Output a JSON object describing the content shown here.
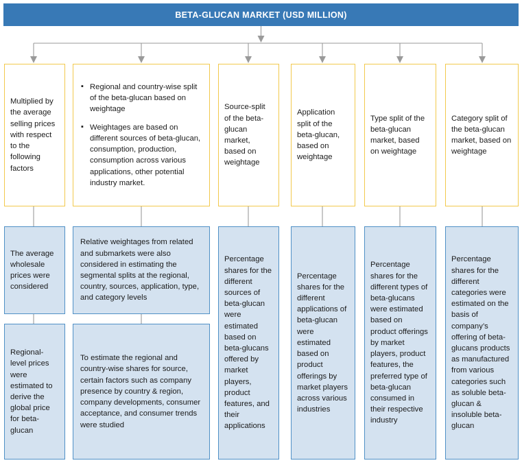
{
  "header": {
    "title": "BETA-GLUCAN MARKET (USD MILLION)"
  },
  "columns": [
    {
      "id": "col-1",
      "top": "Multiplied by the average selling prices with respect to the following factors",
      "mid": "The average wholesale prices were considered",
      "bottom": "Regional-level prices were estimated to derive the global price for beta-glucan"
    },
    {
      "id": "col-2",
      "top_bullets": [
        "Regional and country-wise split of the beta-glucan based on weightage",
        "Weightages are based on different sources of beta-glucan, consumption, production, consumption across various applications, other potential industry market."
      ],
      "mid": "Relative weightages from related and submarkets were also considered in estimating the segmental splits at the regional, country, sources, application, type, and category levels",
      "bottom": "To estimate the regional and country-wise shares for source, certain factors such as company presence by country &  region, company developments, consumer acceptance, and consumer trends were studied"
    },
    {
      "id": "col-3",
      "top": "Source-split of the beta-glucan market, based on weightage",
      "mid": "Percentage shares for the different sources of beta-glucan were estimated based on beta-glucans offered by market players, product features, and their applications"
    },
    {
      "id": "col-4",
      "top": "Application split of the beta-glucan, based on weightage",
      "mid": "Percentage shares for the different applications of beta-glucan were estimated based on product offerings by market players across various industries"
    },
    {
      "id": "col-5",
      "top": "Type split of the beta-glucan market, based on weightage",
      "mid": "Percentage shares for the different types of beta-glucans were estimated based on product offerings by market players, product features, the preferred type of beta-glucan consumed in their respective industry"
    },
    {
      "id": "col-6",
      "top": "Category split of the beta-glucan market, based on weightage",
      "mid": "Percentage shares for the different categories were estimated on the basis of company’s offering of  beta-glucans products as manufactured from various categories such as soluble beta-glucan & insoluble beta-glucan"
    }
  ],
  "colors": {
    "header_bg": "#3879b6",
    "yellow_border": "#f2c94c",
    "blue_fill": "#d4e2f0",
    "blue_border": "#4f90c6",
    "connector": "#9a9a9a"
  }
}
